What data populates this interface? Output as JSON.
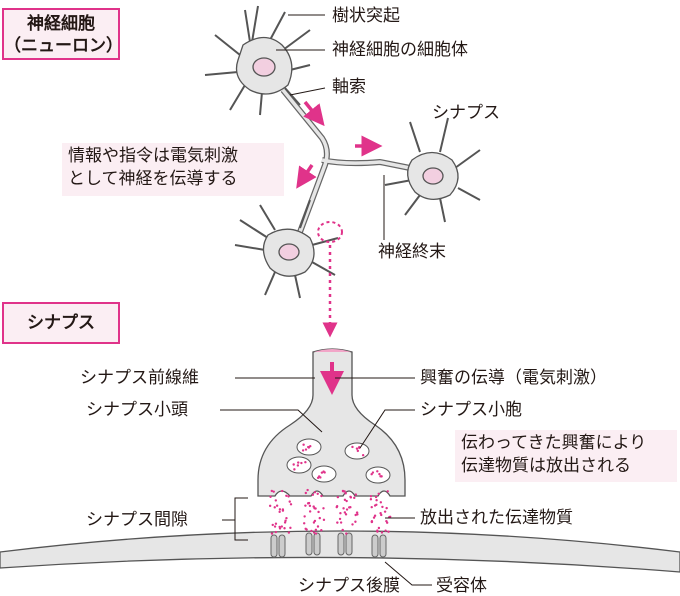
{
  "neuron_section": {
    "title_line1": "神経細胞",
    "title_line2": "（ニューロン）",
    "labels": {
      "dendrite": "樹状突起",
      "cell_body": "神経細胞の細胞体",
      "axon": "軸索",
      "synapse": "シナプス",
      "nerve_terminal": "神経終末"
    },
    "note_line1": "情報や指令は電気刺激",
    "note_line2": "として神経を伝導する"
  },
  "synapse_section": {
    "title": "シナプス",
    "labels": {
      "presynaptic_fiber": "シナプス前線維",
      "synaptic_knob": "シナプス小頭",
      "synaptic_cleft": "シナプス間隙",
      "excitation": "興奮の伝導（電気刺激）",
      "vesicle": "シナプス小胞",
      "released_transmitter": "放出された伝達物質",
      "postsynaptic_membrane": "シナプス後膜",
      "receptor": "受容体"
    },
    "note_line1": "伝わってきた興奮により",
    "note_line2": "伝達物質は放出される"
  },
  "colors": {
    "accent": "#e0338a",
    "note_bg": "#fbeef3",
    "cell_fill": "#e6e6e6",
    "nucleus": "#f2cfe0"
  }
}
